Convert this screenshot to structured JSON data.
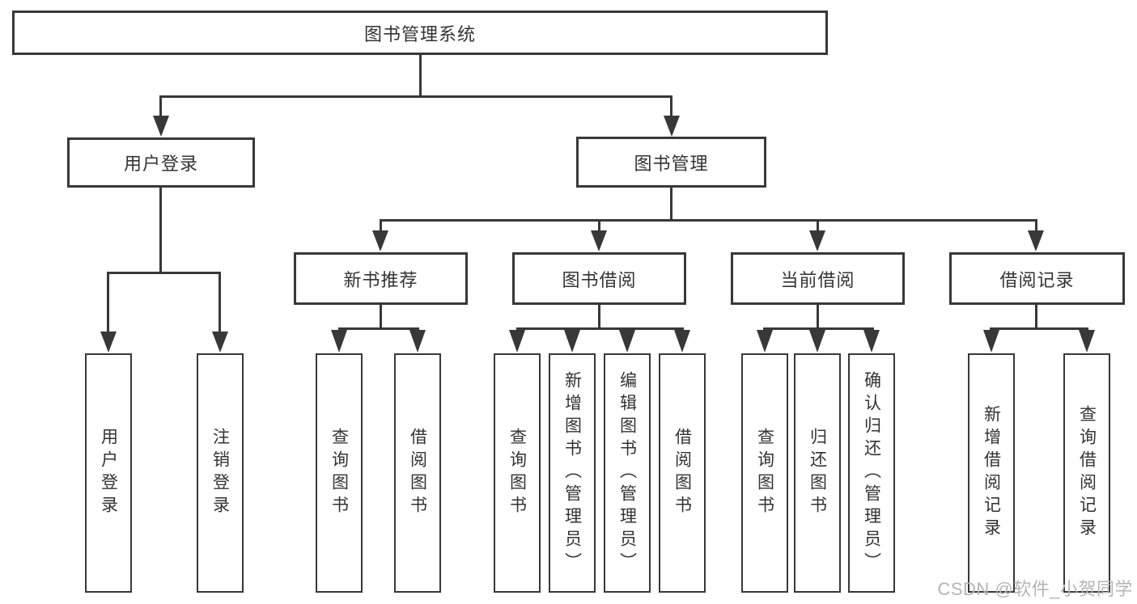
{
  "diagram_title": "图书管理系统",
  "nodes": {
    "root": "图书管理系统",
    "user_login": "用户登录",
    "book_management": "图书管理",
    "login_user_login": "用户登录",
    "login_logout": "注销登录",
    "new_book_rec": "新书推荐",
    "book_borrow": "图书借阅",
    "current_borrow": "当前借阅",
    "borrow_records": "借阅记录",
    "nb_query_books": "查询图书",
    "nb_borrow_books": "借阅图书",
    "bb_query_books": "查询图书",
    "bb_add_books": "新增图书（管理员）",
    "bb_edit_books": "编辑图书（管理员）",
    "bb_borrow_books": "借阅图书",
    "cb_query_books": "查询图书",
    "cb_return_books": "归还图书",
    "cb_confirm_return": "确认归还（管理员）",
    "br_add_record": "新增借阅记录",
    "br_query_record": "查询借阅记录"
  },
  "hierarchy": {
    "root": "图书管理系统",
    "children_of_root": [
      "用户登录",
      "图书管理"
    ],
    "children_of_user_login": [
      "用户登录",
      "注销登录"
    ],
    "children_of_book_management": [
      "新书推荐",
      "图书借阅",
      "当前借阅",
      "借阅记录"
    ],
    "children_of_new_book_rec": [
      "查询图书",
      "借阅图书"
    ],
    "children_of_book_borrow": [
      "查询图书",
      "新增图书（管理员）",
      "编辑图书（管理员）",
      "借阅图书"
    ],
    "children_of_current_borrow": [
      "查询图书",
      "归还图书",
      "确认归还（管理员）"
    ],
    "children_of_borrow_records": [
      "新增借阅记录",
      "查询借阅记录"
    ]
  },
  "watermark": "CSDN @软件_小贺同学",
  "colors": {
    "line": "#383838",
    "text": "#333333",
    "background": "#ffffff",
    "watermark": "#b5b5b5"
  }
}
